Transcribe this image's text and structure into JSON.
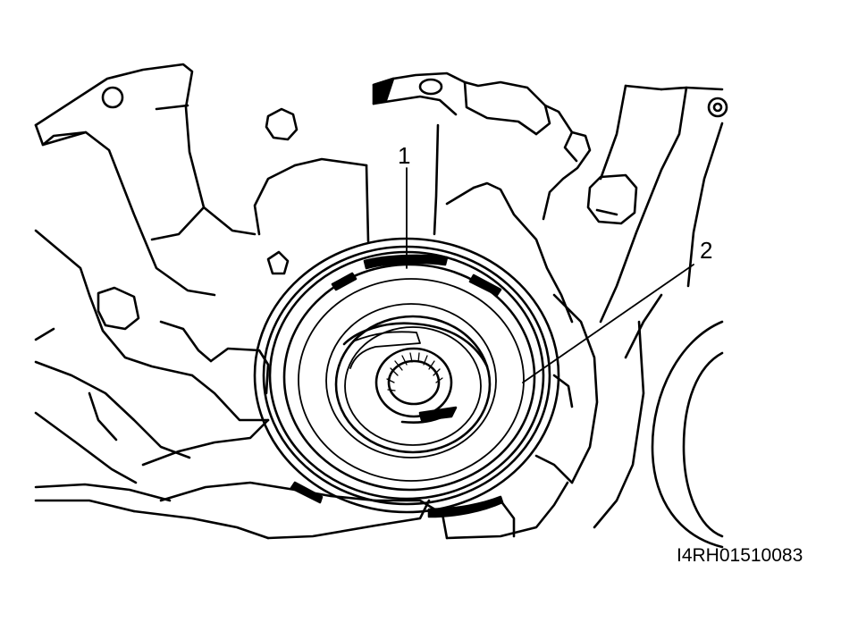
{
  "callouts": [
    {
      "label": "1"
    },
    {
      "label": "2"
    }
  ],
  "figure_id": "I4RH01510083",
  "colors": {
    "line": "#000000",
    "background": "#ffffff"
  }
}
